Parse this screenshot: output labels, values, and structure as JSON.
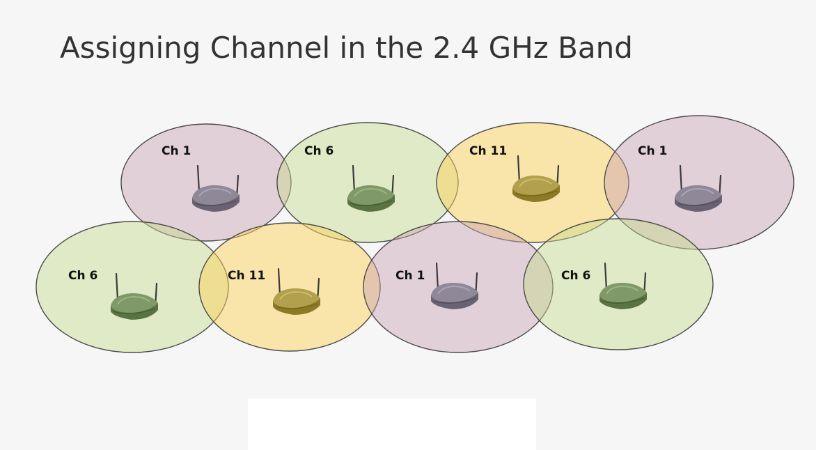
{
  "slide": {
    "title": "Assigning Channel in the 2.4 GHz Band"
  },
  "diagram": {
    "colors": {
      "ch1": "#c8a2b2",
      "ch6": "#c8dc8c",
      "ch11": "#fbd15c",
      "outline": "#4a4a4a",
      "router_ch1": "#8e8899",
      "router_ch6": "#7f9a68",
      "router_ch11": "#b3a04e"
    },
    "cells": [
      {
        "label": "Ch 1",
        "channel": "ch1",
        "row": "top",
        "col": 0
      },
      {
        "label": "Ch 6",
        "channel": "ch6",
        "row": "top",
        "col": 1
      },
      {
        "label": "Ch 11",
        "channel": "ch11",
        "row": "top",
        "col": 2
      },
      {
        "label": "Ch 1",
        "channel": "ch1",
        "row": "top",
        "col": 3
      },
      {
        "label": "Ch 6",
        "channel": "ch6",
        "row": "bottom",
        "col": 0
      },
      {
        "label": "Ch 11",
        "channel": "ch11",
        "row": "bottom",
        "col": 1
      },
      {
        "label": "Ch 1",
        "channel": "ch1",
        "row": "bottom",
        "col": 2
      },
      {
        "label": "Ch 6",
        "channel": "ch6",
        "row": "bottom",
        "col": 3
      }
    ]
  }
}
